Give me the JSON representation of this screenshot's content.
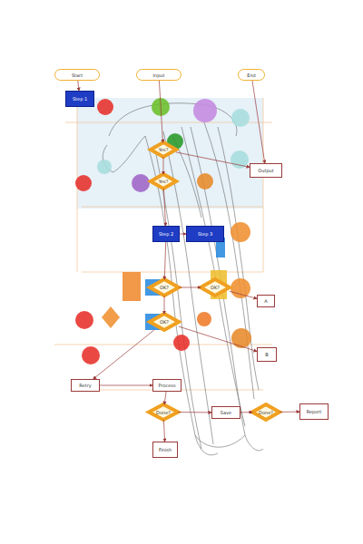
{
  "diagram": {
    "nodes": [
      {
        "text": [
          "Start"
        ]
      },
      {
        "text": [
          "Input"
        ]
      },
      {
        "text": [
          "End"
        ]
      },
      {
        "text": [
          "Step 1"
        ]
      },
      {
        "text": [
          "Yes?"
        ]
      },
      {
        "text": [
          "Yes?"
        ]
      },
      {
        "text": [
          "Output"
        ]
      },
      {
        "text": [
          "Step 2"
        ]
      },
      {
        "text": [
          "Step 3"
        ]
      },
      {
        "text": [
          "OK?"
        ]
      },
      {
        "text": [
          "OK?"
        ]
      },
      {
        "text": [
          "OK?"
        ]
      },
      {
        "text": [
          "A"
        ]
      },
      {
        "text": [
          "B"
        ]
      },
      {
        "text": [
          "Retry"
        ]
      },
      {
        "text": [
          "Process"
        ]
      },
      {
        "text": [
          "Done?"
        ]
      },
      {
        "text": [
          "Save"
        ]
      },
      {
        "text": [
          "Done?"
        ]
      },
      {
        "text": [
          "Report"
        ]
      },
      {
        "text": [
          "Finish"
        ]
      }
    ],
    "edges": [
      {
        "from": 0,
        "to": 3,
        "arrow": "to"
      },
      {
        "from": 1,
        "to": 4,
        "arrow": "to"
      },
      {
        "from": 4,
        "to": 5,
        "arrow": "to"
      },
      {
        "from": 4,
        "to": 6,
        "arrow": "to"
      },
      {
        "from": 2,
        "to": 6,
        "arrow": "to"
      },
      {
        "from": 5,
        "to": 7,
        "arrow": "to"
      },
      {
        "from": 7,
        "to": 8,
        "arrow": "to"
      },
      {
        "from": 7,
        "to": 9,
        "arrow": "to"
      },
      {
        "from": 9,
        "to": 10,
        "arrow": "to"
      },
      {
        "from": 10,
        "to": 12,
        "arrow": "to"
      },
      {
        "from": 9,
        "to": 11,
        "arrow": "to"
      },
      {
        "from": 11,
        "to": 14,
        "arrow": "to"
      },
      {
        "from": 11,
        "to": 13,
        "arrow": "to"
      },
      {
        "from": 14,
        "to": 15,
        "arrow": "to"
      },
      {
        "from": 15,
        "to": 16,
        "arrow": "to"
      },
      {
        "from": 16,
        "to": 20,
        "arrow": "to"
      },
      {
        "from": 16,
        "to": 17,
        "arrow": "to"
      },
      {
        "from": 17,
        "to": 18,
        "arrow": "to"
      },
      {
        "from": 18,
        "to": 19,
        "arrow": "to"
      }
    ]
  }
}
